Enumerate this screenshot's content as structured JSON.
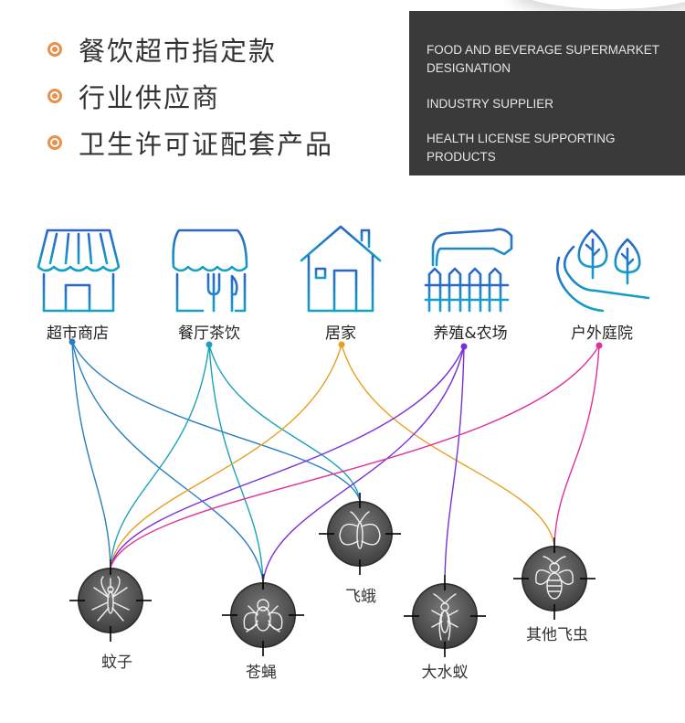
{
  "bullets": [
    "餐饮超市指定款",
    "行业供应商",
    "卫生许可证配套产品"
  ],
  "english_box": {
    "line1": "FOOD AND BEVERAGE SUPERMARKET",
    "line2": "DESIGNATION",
    "line3": "INDUSTRY SUPPLIER",
    "line4": "HEALTH LICENSE SUPPORTING PRODUCTS"
  },
  "categories": [
    {
      "label": "超市商店",
      "icon": "supermarket-icon",
      "dot_color": "#2a7fc1"
    },
    {
      "label": "餐厅茶饮",
      "icon": "restaurant-icon",
      "dot_color": "#1aa3b8"
    },
    {
      "label": "居家",
      "icon": "house-icon",
      "dot_color": "#e6a020"
    },
    {
      "label": "养殖&农场",
      "icon": "farm-icon",
      "dot_color": "#7a30d8"
    },
    {
      "label": "户外庭院",
      "icon": "garden-icon",
      "dot_color": "#e0309a"
    }
  ],
  "pests": [
    {
      "label": "蚊子",
      "icon": "mosquito-icon"
    },
    {
      "label": "苍蝇",
      "icon": "fly-icon"
    },
    {
      "label": "飞蛾",
      "icon": "moth-icon"
    },
    {
      "label": "大水蚁",
      "icon": "termite-icon"
    },
    {
      "label": "其他飞虫",
      "icon": "wasp-icon"
    }
  ],
  "connections": [
    {
      "from": "超市商店",
      "to": "蚊子"
    },
    {
      "from": "超市商店",
      "to": "苍蝇"
    },
    {
      "from": "超市商店",
      "to": "飞蛾"
    },
    {
      "from": "餐厅茶饮",
      "to": "蚊子"
    },
    {
      "from": "餐厅茶饮",
      "to": "苍蝇"
    },
    {
      "from": "餐厅茶饮",
      "to": "飞蛾"
    },
    {
      "from": "居家",
      "to": "蚊子"
    },
    {
      "from": "居家",
      "to": "其他飞虫"
    },
    {
      "from": "养殖&农场",
      "to": "蚊子"
    },
    {
      "from": "养殖&农场",
      "to": "苍蝇"
    },
    {
      "from": "养殖&农场",
      "to": "大水蚁"
    },
    {
      "from": "户外庭院",
      "to": "蚊子"
    },
    {
      "from": "户外庭院",
      "to": "其他飞虫"
    }
  ]
}
